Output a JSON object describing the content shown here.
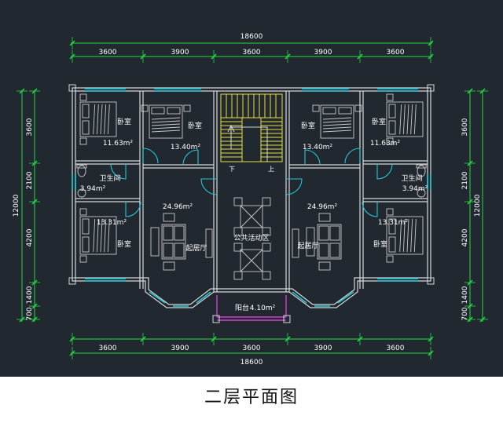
{
  "caption": "二层平面图",
  "colors": {
    "background": "#212830",
    "wall": "#d8d8d8",
    "dimension": "#22dd44",
    "window": "#22c8d8",
    "door": "#22c8d8",
    "stair": "#e8e040",
    "balcony_rail": "#d040d0",
    "text": "#ffffff"
  },
  "dimensions": {
    "top_total": "18600",
    "top_segments": [
      "3600",
      "3900",
      "3600",
      "3900",
      "3600"
    ],
    "bottom_total": "18600",
    "bottom_segments": [
      "3600",
      "3900",
      "3600",
      "3900",
      "3600"
    ],
    "left_total": "12000",
    "left_segments": [
      "3600",
      "2100",
      "4200",
      "1400",
      "700"
    ],
    "right_total": "12000",
    "right_segments": [
      "3600",
      "2100",
      "4200",
      "1400",
      "700"
    ]
  },
  "rooms": {
    "bedroom_tl": {
      "name": "卧室",
      "area": "11.63m²"
    },
    "bedroom_tm": {
      "name": "卧室",
      "area": "13.40m²"
    },
    "bedroom_tmr": {
      "name": "卧室",
      "area": "13.40m²"
    },
    "bedroom_tr": {
      "name": "卧室",
      "area": "11.63m²"
    },
    "bath_l": {
      "name": "卫生间",
      "area": "3.94m²"
    },
    "bath_r": {
      "name": "卫生间",
      "area": "3.94m²"
    },
    "bedroom_bl": {
      "name": "卧室",
      "area": "13.31m²"
    },
    "bedroom_br": {
      "name": "卧室",
      "area": "13.31m²"
    },
    "living_l": {
      "name": "起居厅",
      "area": "24.96m²"
    },
    "living_r": {
      "name": "起居厅",
      "area": "24.96m²"
    },
    "public": {
      "name": "公共活动区"
    },
    "balcony": {
      "name": "阳台",
      "area": "4.10m²"
    }
  },
  "stair_labels": {
    "down": "下",
    "up": "上"
  },
  "icons": [
    "bed-icon",
    "sofa-set-icon",
    "dining-table-icon",
    "toilet-icon",
    "washbasin-icon",
    "stair-icon",
    "door-swing-icon"
  ]
}
